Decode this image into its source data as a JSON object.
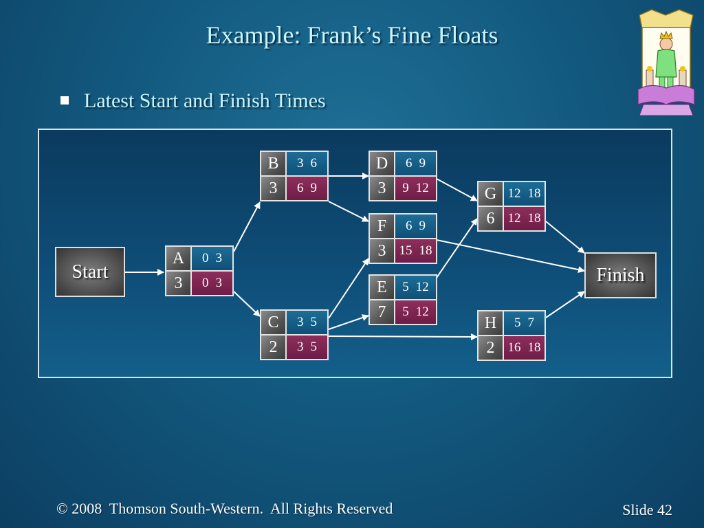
{
  "slide": {
    "title": "Example:  Frank’s Fine Floats",
    "bullet": "Latest Start and Finish Times",
    "footer_left": "© 2008  Thomson South-Western.  All Rights Reserved",
    "footer_right": "Slide 42"
  },
  "network": {
    "start": "Start",
    "finish": "Finish",
    "nodes": {
      "A": {
        "letter": "A",
        "duration": "3",
        "es": "0",
        "ef": "3",
        "ls": "0",
        "lf": "3"
      },
      "B": {
        "letter": "B",
        "duration": "3",
        "es": "3",
        "ef": "6",
        "ls": "6",
        "lf": "9"
      },
      "C": {
        "letter": "C",
        "duration": "2",
        "es": "3",
        "ef": "5",
        "ls": "3",
        "lf": "5"
      },
      "D": {
        "letter": "D",
        "duration": "3",
        "es": "6",
        "ef": "9",
        "ls": "9",
        "lf": "12"
      },
      "F": {
        "letter": "F",
        "duration": "3",
        "es": "6",
        "ef": "9",
        "ls": "15",
        "lf": "18"
      },
      "E": {
        "letter": "E",
        "duration": "7",
        "es": "5",
        "ef": "12",
        "ls": "5",
        "lf": "12"
      },
      "G": {
        "letter": "G",
        "duration": "6",
        "es": "12",
        "ef": "18",
        "ls": "12",
        "lf": "18"
      },
      "H": {
        "letter": "H",
        "duration": "2",
        "es": "5",
        "ef": "7",
        "ls": "16",
        "lf": "18"
      }
    },
    "edges": [
      [
        "Start",
        "A"
      ],
      [
        "A",
        "B"
      ],
      [
        "A",
        "C"
      ],
      [
        "B",
        "D"
      ],
      [
        "B",
        "F"
      ],
      [
        "C",
        "F"
      ],
      [
        "C",
        "E"
      ],
      [
        "C",
        "H"
      ],
      [
        "D",
        "G"
      ],
      [
        "E",
        "G"
      ],
      [
        "F",
        "Finish"
      ],
      [
        "G",
        "Finish"
      ],
      [
        "H",
        "Finish"
      ]
    ]
  },
  "colors": {
    "background": "#135a80",
    "title_text": "#c8f6ff",
    "early_cell": "#1c6d97",
    "late_cell": "#7e2550",
    "id_cell": "#5a5a5a",
    "arrow": "#ffffff"
  },
  "icons": {
    "clipart": "king-clipart-icon"
  }
}
